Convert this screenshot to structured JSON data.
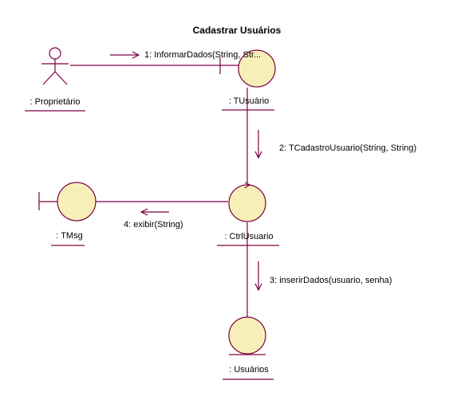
{
  "diagram": {
    "title": "Cadastrar Usuários",
    "colors": {
      "line": "#800040",
      "fill": "#f6f0b8"
    },
    "objects": {
      "proprietario": ": Proprietário",
      "tusuario": ": TUsuário",
      "tmsg": ": TMsg",
      "ctrlusuario": ": CtrlUsuario",
      "usuarios": ": Usuários"
    },
    "messages": {
      "m1": "1: InformarDados(String, Str...",
      "m2": "2: TCadastroUsuario(String, String)",
      "m3": "3: inserirDados(usuario, senha)",
      "m4": "4: exibir(String)"
    }
  }
}
